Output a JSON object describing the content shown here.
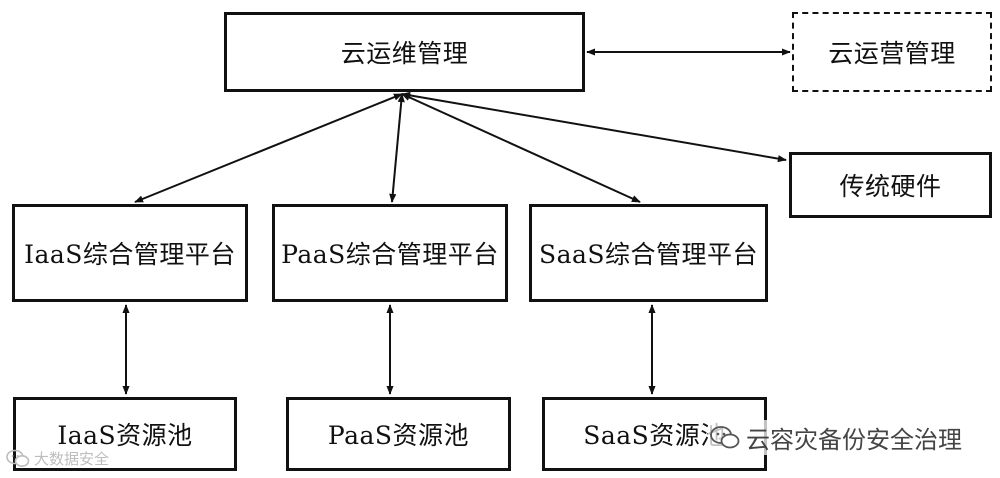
{
  "diagram": {
    "nodes": {
      "cloud_ops": "云运维管理",
      "cloud_business": "云运营管理",
      "traditional_hw": "传统硬件",
      "iaas_platform": "IaaS综合管理平台",
      "paas_platform": "PaaS综合管理平台",
      "saas_platform": "SaaS综合管理平台",
      "iaas_pool": "IaaS资源池",
      "paas_pool": "PaaS资源池",
      "saas_pool": "SaaS资源池"
    }
  },
  "watermarks": {
    "left_text": "大数据安全",
    "left_icon": "wechat-icon",
    "right_text": "云容灾备份安全治理",
    "right_icon": "wechat-icon"
  },
  "colors": {
    "line": "#111111",
    "watermark_left": "#bdbdbd",
    "watermark_right": "#444444"
  }
}
